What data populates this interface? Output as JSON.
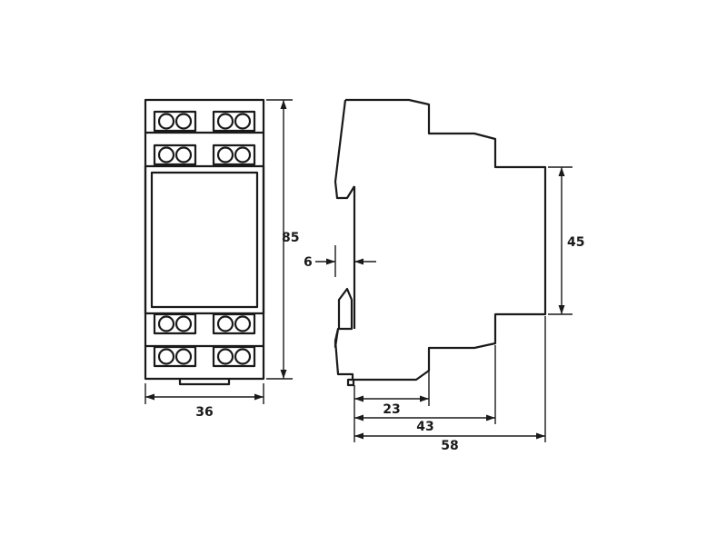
{
  "dimensions": {
    "front_width": "36",
    "front_height": "85",
    "side_depth_front": "23",
    "side_depth_mid": "43",
    "side_depth_total": "58",
    "side_height_front": "45",
    "rail_offset": "6"
  }
}
